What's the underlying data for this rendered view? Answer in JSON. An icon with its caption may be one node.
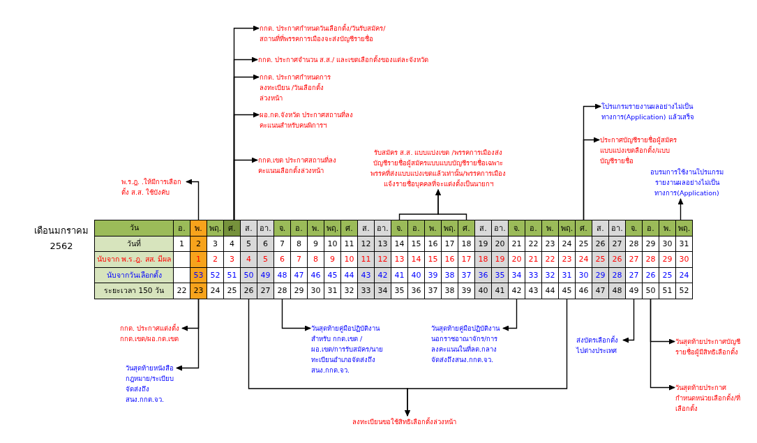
{
  "diagram": {
    "nodes": [
      {
        "text": [
          "กกต. ประกาศกำหนดวันเลือกตั้ง/วันรับสมัคร/สถานที่ที่พรรคการเมืองจะส่งบัญชีรายชื่อ"
        ]
      },
      {
        "text": [
          "กกต. ประกาศจำนวน ส.ส./ และเขตเลือกตั้งของแต่ละจังหวัด"
        ]
      },
      {
        "text": [
          "กกต. ประกาศกำหนดการลงทะเบียน /วันเลือกตั้งล่วงหน้า"
        ]
      },
      {
        "text": [
          "ผอ.กต.จังหวัด ประกาศสถานที่ลงคะแนนสำหรับคนพิการฯ"
        ]
      },
      {
        "text": [
          "กกต.เขต ประกาศสถานที่ลงคะแนนเลือกตั้งล่วงหน้า"
        ]
      },
      {
        "text": [
          "พ.ร.ฎ. .ให้มีการเลือกตั้ง ส.ส. ใช้บังคับ"
        ]
      },
      {
        "text": [
          "รับสมัคร ส.ส. แบบแบ่งเขต /พรรคการเมืองส่งบัญชีรายชื่อผู้สมัครแบบแบบบัญชีรายชื่อเฉพาะพรรคที่ส่งแบบแบ่งเขตแล้วเท่านั้น/พรรคการเมืองแจ้งรายชื่อบุคคลที่จะแต่งตั้งเป็นนายกฯ"
        ]
      },
      {
        "text": [
          "โปรแกรมรายงานผลอย่างไม่เป็นทางการ(Application) แล้วเสร็จ"
        ]
      },
      {
        "text": [
          "ประกาศบัญชีรายชื่อผู้สมัครแบบแบ่งเขตลือกตั้ง/แบบบัญชีรายชื่อ"
        ]
      },
      {
        "text": [
          "อบรมการใช้งานโปรแกรมรายงานผลอย่างไม่เป็นทางการ(Application)"
        ]
      },
      {
        "text": [
          "กกต. ประกาศแต่งตั้งกกต.เขต/ผอ.กต.เขต"
        ]
      },
      {
        "text": [
          "วันสุดท้ายหนังสือกฎหมาย/ระเบียบจัดส่งถึง สนง.กกต.จว."
        ]
      },
      {
        "text": [
          "วันสุดท้ายคู่มือปฏิบัติงานสำหรับ กกต.เขต /ผอ.เขต/การรับสมัคร/นายทะเบียนอำเภอจัดส่งถึง สนง.กกต.จว."
        ]
      },
      {
        "text": [
          "วันสุดท้ายคู่มือปฏิบัติงานนอกราชอาณาจักร/การลงคะแนนในที่ลต.กลาง จัดส่งถึงสนง.กกต.จว."
        ]
      },
      {
        "text": [
          "ลงทะเบียนขอใช้สิทธิเลือกตั้งล่วงหน้า"
        ]
      },
      {
        "text": [
          "ส่งบัตรเลือกตั้งไปต่างประเทศ"
        ]
      },
      {
        "text": [
          "วันสุดท้ายประกาศบัญชีรายชื่อผู้มีสิทธิเลือกตั้ง"
        ]
      },
      {
        "text": [
          "วันสุดท้ายประกาศกำหนดหน่วยเลือกตั้ง/ที่เลือกตั้ง"
        ]
      },
      {
        "text": [
          "พ."
        ]
      },
      {
        "text": [
          "ศ."
        ]
      },
      {
        "text": [
          "จ."
        ]
      },
      {
        "text": [
          "ศ."
        ]
      },
      {
        "text": [
          "ศ."
        ]
      },
      {
        "text": [
          "พฤ."
        ]
      },
      {
        "text": [
          "23"
        ]
      },
      {
        "text": [
          "26"
        ]
      },
      {
        "text": [
          "28"
        ]
      },
      {
        "text": [
          "42"
        ]
      },
      {
        "text": [
          "45"
        ]
      },
      {
        "text": [
          "49"
        ]
      },
      {
        "text": [
          "50"
        ]
      }
    ],
    "edges": [
      {
        "from": 19,
        "to": 0,
        "arrow": "to"
      },
      {
        "from": 19,
        "to": 1,
        "arrow": "to"
      },
      {
        "from": 19,
        "to": 2,
        "arrow": "to"
      },
      {
        "from": 19,
        "to": 3,
        "arrow": "to"
      },
      {
        "from": 19,
        "to": 4,
        "arrow": "to"
      },
      {
        "from": 18,
        "to": 5,
        "arrow": "to"
      },
      {
        "from": 20,
        "to": 6,
        "arrow": "to"
      },
      {
        "from": 22,
        "to": 7,
        "arrow": "to"
      },
      {
        "from": 22,
        "to": 8,
        "arrow": "to"
      },
      {
        "from": 23,
        "to": 9,
        "arrow": "to"
      },
      {
        "from": 24,
        "to": 10,
        "arrow": "to"
      },
      {
        "from": 24,
        "to": 11,
        "arrow": "to"
      },
      {
        "from": 26,
        "to": 12,
        "arrow": "to"
      },
      {
        "from": 27,
        "to": 13,
        "arrow": "to"
      },
      {
        "from": 25,
        "to": 14,
        "arrow": "to"
      },
      {
        "from": 29,
        "to": 15,
        "arrow": "to"
      },
      {
        "from": 30,
        "to": 16,
        "arrow": "to"
      },
      {
        "from": 30,
        "to": 17,
        "arrow": "to"
      },
      {
        "from": 21,
        "to": 6,
        "arrow": "to"
      },
      {
        "from": 28,
        "to": 14,
        "arrow": "to"
      }
    ],
    "labels": [
      "เดือนมกราคม",
      "2562",
      "วัน",
      "อ.",
      "พฤ.",
      "ส.",
      "อา.",
      "จ.",
      "อ.",
      "พ.",
      "พฤ.",
      "ศ.",
      "ส.",
      "อา.",
      "อ.",
      "พ.",
      "พฤ.",
      "ส.",
      "อา.",
      "จ.",
      "อ.",
      "พ.",
      "พฤ.",
      "ส.",
      "อา.",
      "จ.",
      "อ.",
      "พ.",
      "วันที่",
      "1",
      "2",
      "3",
      "4",
      "5",
      "6",
      "7",
      "8",
      "9",
      "10",
      "11",
      "12",
      "13",
      "14",
      "15",
      "16",
      "17",
      "18",
      "19",
      "20",
      "21",
      "22",
      "23",
      "24",
      "25",
      "26",
      "27",
      "28",
      "29",
      "30",
      "31",
      "นับจาก พ.ร.ฎ. สส. มีผล",
      "1",
      "2",
      "3",
      "4",
      "5",
      "6",
      "7",
      "8",
      "9",
      "10",
      "11",
      "12",
      "13",
      "14",
      "15",
      "16",
      "17",
      "18",
      "19",
      "20",
      "21",
      "22",
      "23",
      "24",
      "25",
      "26",
      "27",
      "28",
      "29",
      "30",
      "นับจากวันเลือกตั้ง",
      "53",
      "52",
      "51",
      "50",
      "49",
      "48",
      "47",
      "46",
      "45",
      "44",
      "43",
      "42",
      "41",
      "40",
      "39",
      "38",
      "37",
      "36",
      "35",
      "34",
      "33",
      "32",
      "31",
      "30",
      "29",
      "28",
      "27",
      "26",
      "25",
      "24",
      "ระยะเวลา 150 วัน",
      "22",
      "24",
      "25",
      "27",
      "29",
      "30",
      "31",
      "32",
      "33",
      "34",
      "35",
      "36",
      "37",
      "38",
      "39",
      "40",
      "41",
      "43",
      "44",
      "46",
      "47",
      "48",
      "51",
      "52"
    ]
  }
}
